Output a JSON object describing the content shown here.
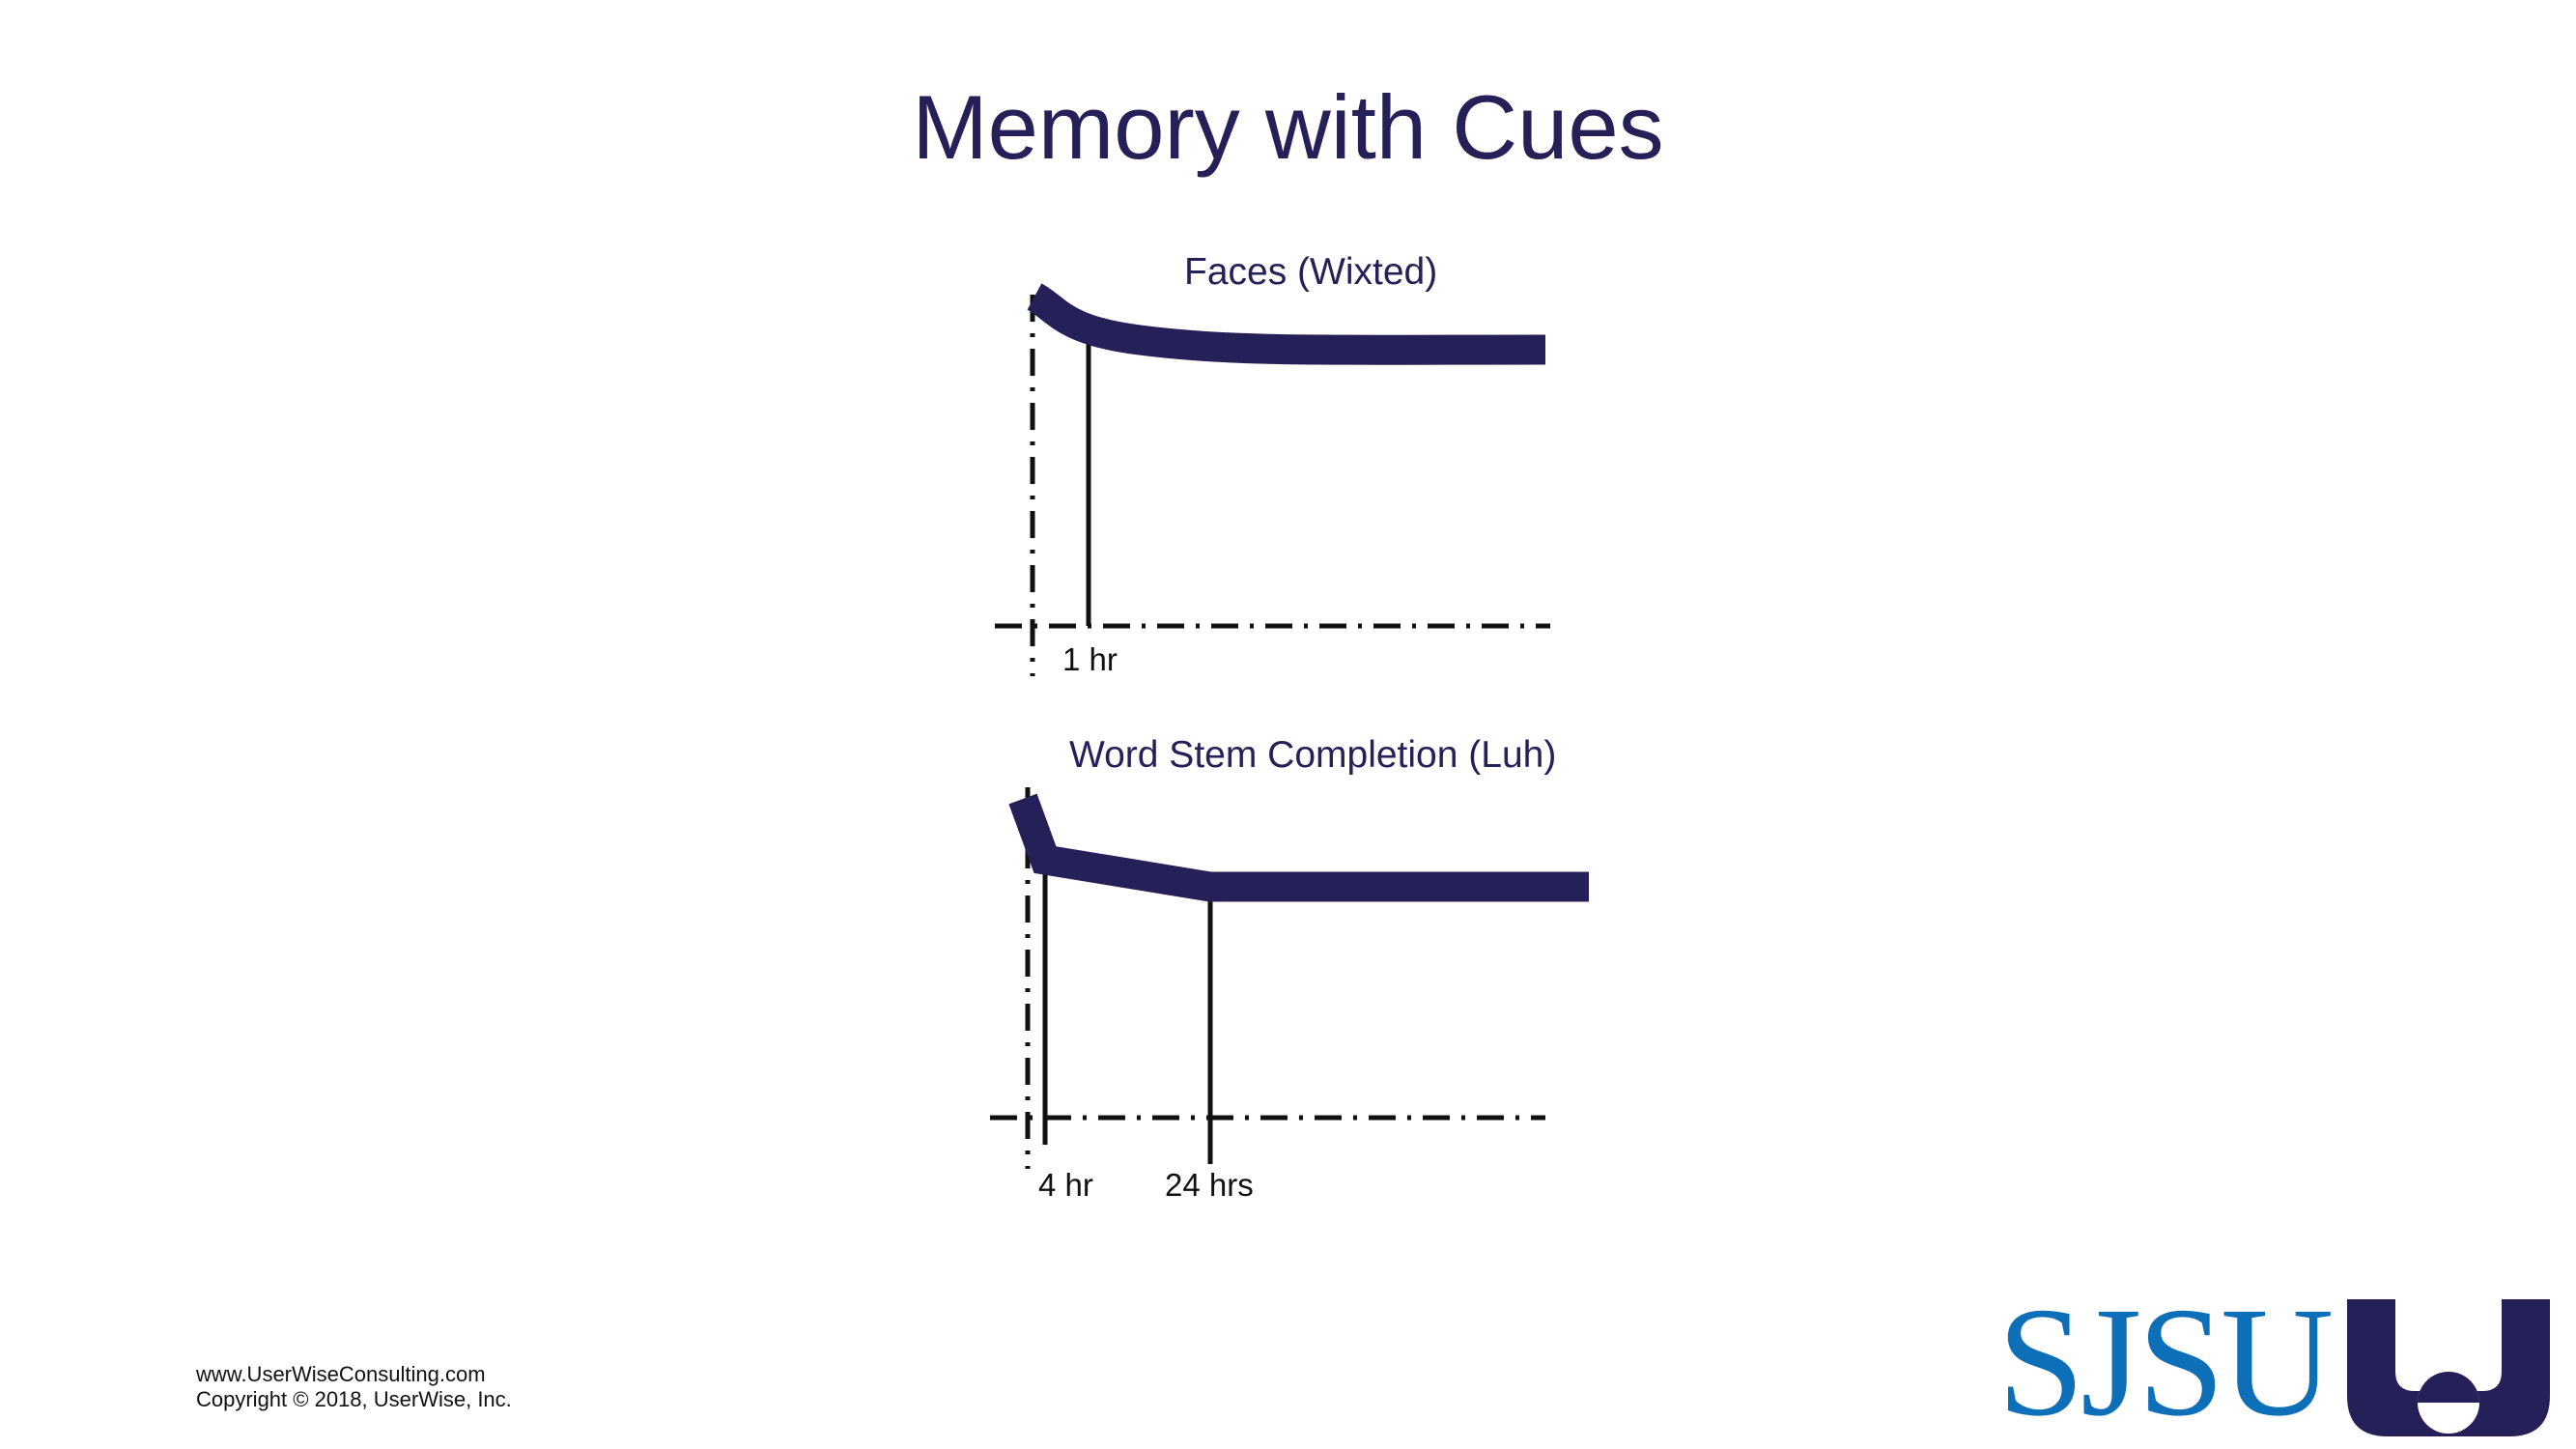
{
  "title": "Memory with Cues",
  "panels": [
    {
      "title": "Faces (Wixted)",
      "tick_labels": [
        "1 hr"
      ]
    },
    {
      "title": "Word Stem Completion (Luh)",
      "tick_labels": [
        "4 hr",
        "24 hrs"
      ]
    }
  ],
  "footer": {
    "line1": "www.UserWiseConsulting.com",
    "line2": "Copyright ©  2018, UserWise, Inc."
  },
  "logos": {
    "sjsu": "SJSU"
  },
  "colors": {
    "curve": "#262058",
    "title": "#262058",
    "sjsu_blue": "#0d6fb8",
    "logo_navy": "#262058"
  }
}
